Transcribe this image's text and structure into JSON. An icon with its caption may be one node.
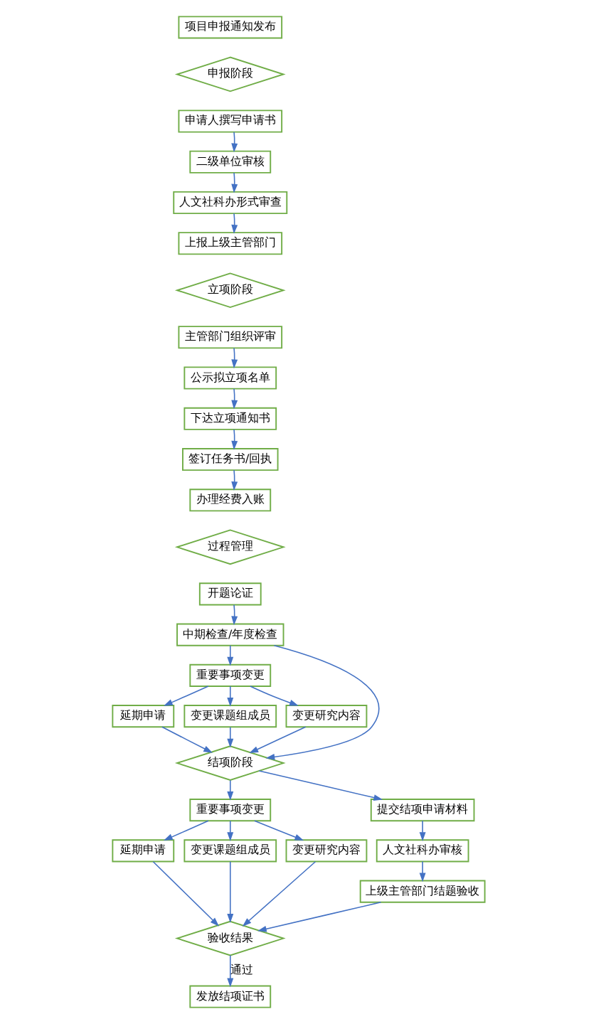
{
  "diagram": {
    "nodes": [
      {
        "text": [
          "项目申报通知发布"
        ]
      },
      {
        "text": [
          "申报阶段"
        ]
      },
      {
        "text": [
          "申请人撰写申请书"
        ]
      },
      {
        "text": [
          "二级单位审核"
        ]
      },
      {
        "text": [
          "人文社科办形式审查"
        ]
      },
      {
        "text": [
          "上报上级主管部门"
        ]
      },
      {
        "text": [
          "立项阶段"
        ]
      },
      {
        "text": [
          "主管部门组织评审"
        ]
      },
      {
        "text": [
          "公示拟立项名单"
        ]
      },
      {
        "text": [
          "下达立项通知书"
        ]
      },
      {
        "text": [
          "签订任务书/回执"
        ]
      },
      {
        "text": [
          "办理经费入账"
        ]
      },
      {
        "text": [
          "过程管理"
        ]
      },
      {
        "text": [
          "开题论证"
        ]
      },
      {
        "text": [
          "中期检查/年度检查"
        ]
      },
      {
        "text": [
          "重要事项变更"
        ]
      },
      {
        "text": [
          "延期申请"
        ]
      },
      {
        "text": [
          "变更课题组成员"
        ]
      },
      {
        "text": [
          "变更研究内容"
        ]
      },
      {
        "text": [
          "结项阶段"
        ]
      },
      {
        "text": [
          "重要事项变更"
        ]
      },
      {
        "text": [
          "延期申请"
        ]
      },
      {
        "text": [
          "变更课题组成员"
        ]
      },
      {
        "text": [
          "变更研究内容"
        ]
      },
      {
        "text": [
          "提交结项申请材料"
        ]
      },
      {
        "text": [
          "人文社科办审核"
        ]
      },
      {
        "text": [
          "上级主管部门结题验收"
        ]
      },
      {
        "text": [
          "验收结果"
        ]
      },
      {
        "text": [
          "发放结项证书"
        ]
      }
    ],
    "edges": [
      {
        "from": 2,
        "to": 3,
        "arrow": "to"
      },
      {
        "from": 3,
        "to": 4,
        "arrow": "to"
      },
      {
        "from": 4,
        "to": 5,
        "arrow": "to"
      },
      {
        "from": 7,
        "to": 8,
        "arrow": "to"
      },
      {
        "from": 8,
        "to": 9,
        "arrow": "to"
      },
      {
        "from": 9,
        "to": 10,
        "arrow": "to"
      },
      {
        "from": 10,
        "to": 11,
        "arrow": "to"
      },
      {
        "from": 13,
        "to": 14,
        "arrow": "to"
      },
      {
        "from": 14,
        "to": 15,
        "arrow": "to"
      },
      {
        "from": 14,
        "to": 19,
        "arrow": "to"
      },
      {
        "from": 15,
        "to": 16,
        "arrow": "to"
      },
      {
        "from": 15,
        "to": 17,
        "arrow": "to"
      },
      {
        "from": 15,
        "to": 18,
        "arrow": "to"
      },
      {
        "from": 16,
        "to": 19,
        "arrow": "to"
      },
      {
        "from": 17,
        "to": 19,
        "arrow": "to"
      },
      {
        "from": 18,
        "to": 19,
        "arrow": "to"
      },
      {
        "from": 19,
        "to": 20,
        "arrow": "to"
      },
      {
        "from": 19,
        "to": 24,
        "arrow": "to"
      },
      {
        "from": 20,
        "to": 21,
        "arrow": "to"
      },
      {
        "from": 20,
        "to": 22,
        "arrow": "to"
      },
      {
        "from": 20,
        "to": 23,
        "arrow": "to"
      },
      {
        "from": 21,
        "to": 27,
        "arrow": "to"
      },
      {
        "from": 22,
        "to": 27,
        "arrow": "to"
      },
      {
        "from": 23,
        "to": 27,
        "arrow": "to"
      },
      {
        "from": 24,
        "to": 25,
        "arrow": "to"
      },
      {
        "from": 25,
        "to": 26,
        "arrow": "to"
      },
      {
        "from": 26,
        "to": 27,
        "arrow": "to"
      },
      {
        "from": 27,
        "to": 28,
        "arrow": "to",
        "label": "通过"
      }
    ]
  }
}
